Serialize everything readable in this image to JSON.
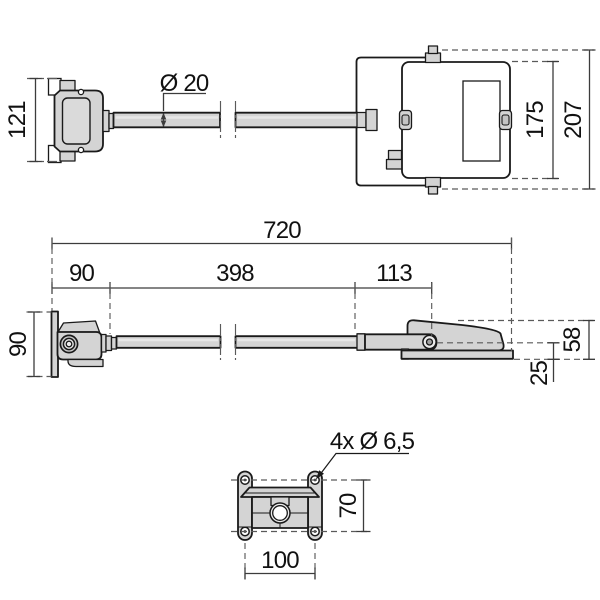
{
  "dimensions": {
    "top": {
      "bracket_height": "121",
      "tube_diameter": "Ø 20",
      "housing_body_depth": "175",
      "housing_overall_depth": "207"
    },
    "side": {
      "overall_length": "720",
      "bracket_length": "90",
      "tube_length": "398",
      "head_offset": "113",
      "plate_height": "90",
      "head_height": "58",
      "base_offset": "25"
    },
    "bottom": {
      "holes": "4x Ø 6,5",
      "hole_spacing_v": "70",
      "hole_spacing_h": "100"
    }
  },
  "colors": {
    "background": "#ffffff",
    "part_fill": "#d4d4d4",
    "outline": "#1a1a1a",
    "dimension_line": "#3c3c3c",
    "hidden_line": "#5a5a5a"
  }
}
